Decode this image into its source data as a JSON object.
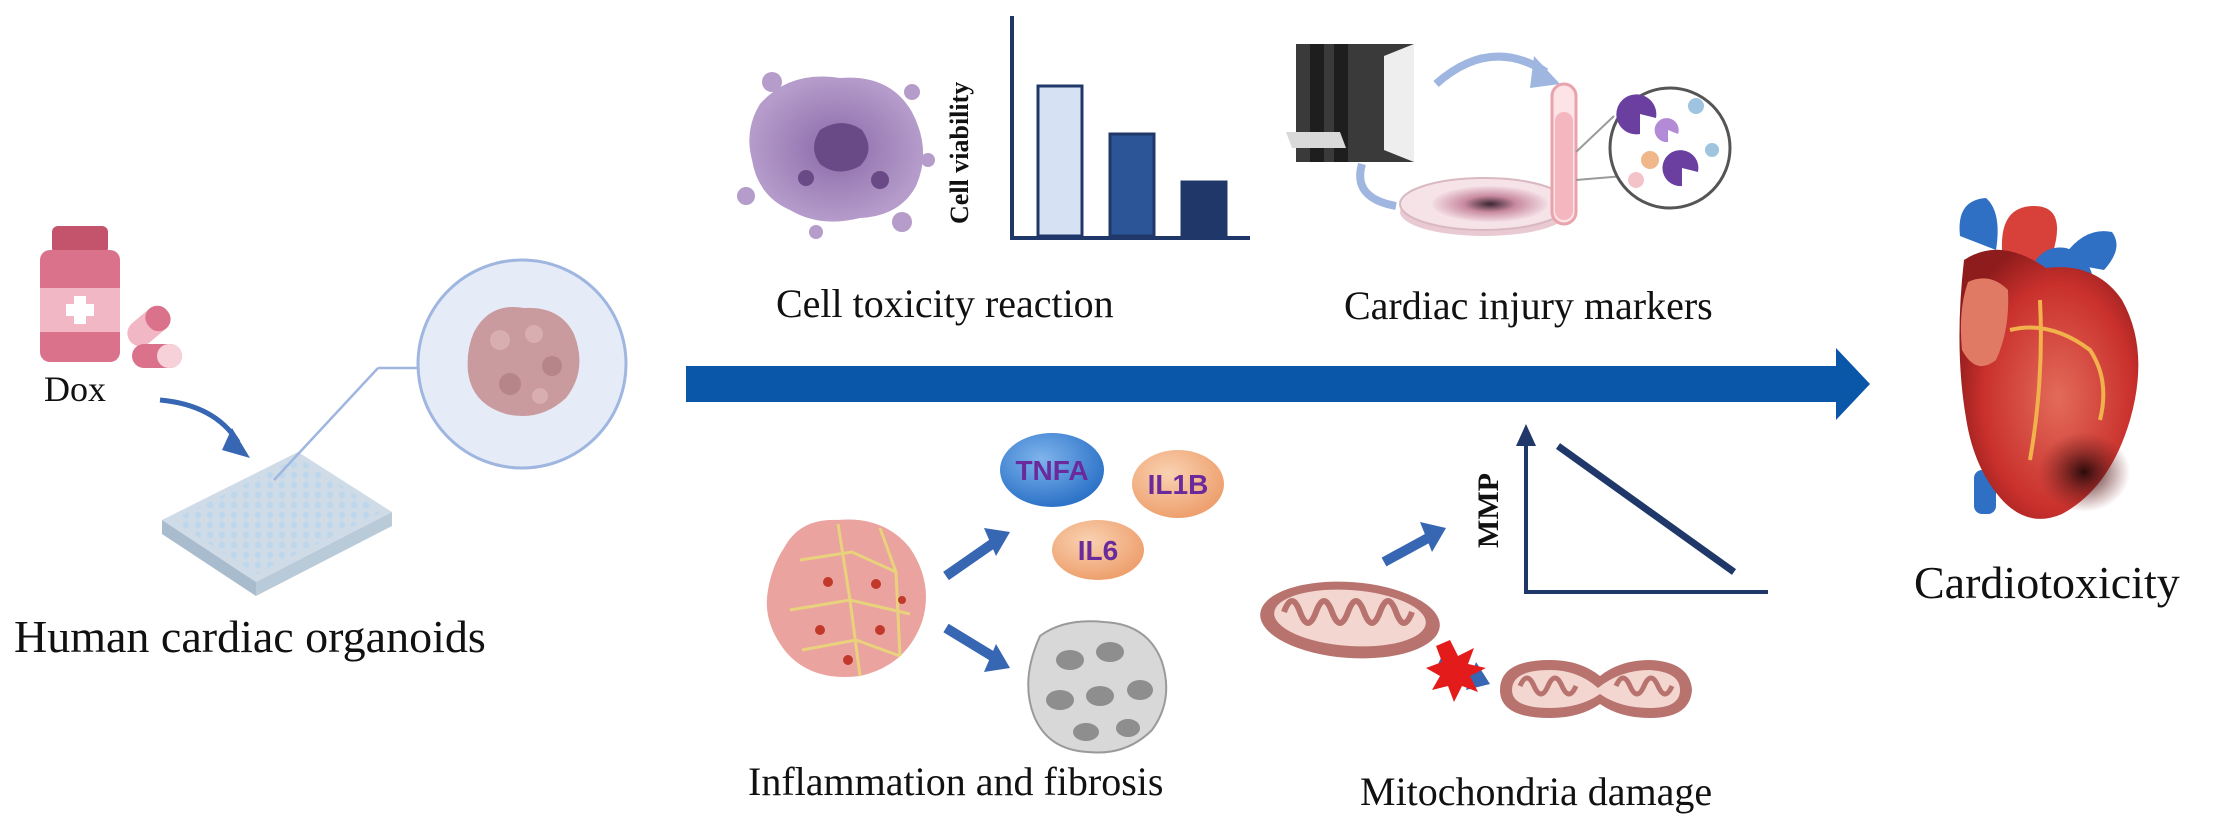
{
  "labels": {
    "drug": "Dox",
    "organoids": "Human cardiac organoids",
    "toxicity": "Cell toxicity reaction",
    "markers": "Cardiac injury markers",
    "inflammation": "Inflammation and fibrosis",
    "mito": "Mitochondria damage",
    "outcome": "Cardiotoxicity"
  },
  "cytokines": {
    "tnfa": "TNFA",
    "il1b": "IL1B",
    "il6": "IL6"
  },
  "charts": {
    "viability": {
      "type": "bar",
      "ylabel": "Cell viability",
      "values": [
        1.0,
        0.68,
        0.36
      ],
      "colors": [
        "#d6e2f3",
        "#2c5597",
        "#1f3869"
      ]
    },
    "mmp": {
      "type": "line",
      "ylabel": "MMP",
      "trend": "decreasing"
    }
  },
  "colors": {
    "main_arrow": "#0a56a8",
    "axis": "#1f3869",
    "small_arrow": "#3766b3",
    "cytokine_text": "#6a2a9c"
  }
}
